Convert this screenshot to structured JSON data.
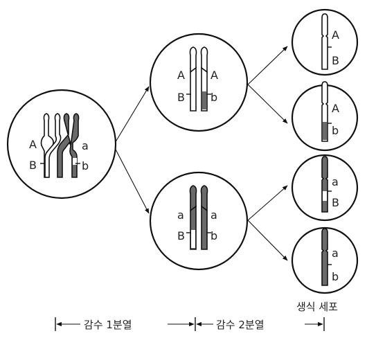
{
  "parent_cell": {
    "left": [
      "A",
      "B"
    ],
    "right": [
      "a",
      "b"
    ]
  },
  "mid_cell_top": {
    "left": [
      "A",
      "B"
    ],
    "right": [
      "A",
      "b"
    ]
  },
  "mid_cell_bottom": {
    "left": [
      "a",
      "B"
    ],
    "right": [
      "a",
      "b"
    ]
  },
  "gametes": [
    {
      "labels": [
        "A",
        "B"
      ]
    },
    {
      "labels": [
        "A",
        "b"
      ]
    },
    {
      "labels": [
        "a",
        "B"
      ]
    },
    {
      "labels": [
        "a",
        "b"
      ]
    }
  ],
  "gamete_caption": "생식 세포",
  "stage_bar": {
    "meiosis1": "감수 1분열",
    "meiosis2": "감수 2분열"
  },
  "colors": {
    "dark_chromosome": "#6a6a6a",
    "light_chromosome": "#ffffff"
  }
}
